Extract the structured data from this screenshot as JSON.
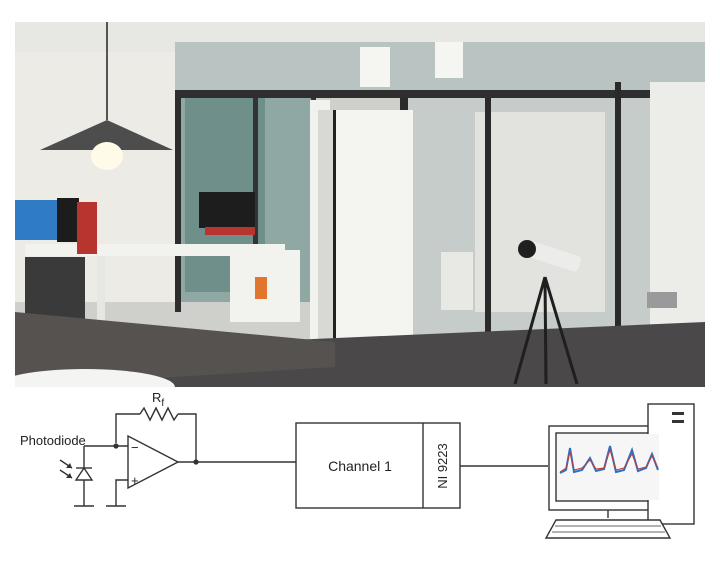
{
  "diagram": {
    "feedback_resistor": {
      "symbol": "R",
      "subscript": "f"
    },
    "sensor_label": "Photodiode",
    "opamp": {
      "inverting": "−",
      "noninverting": "+"
    },
    "daq": {
      "channel_label": "Channel 1",
      "module_label": "NI 9223"
    },
    "icons": [
      "photodiode-icon",
      "resistor-icon",
      "opamp-icon",
      "ground-icon",
      "computer-icon",
      "keyboard-icon"
    ]
  }
}
